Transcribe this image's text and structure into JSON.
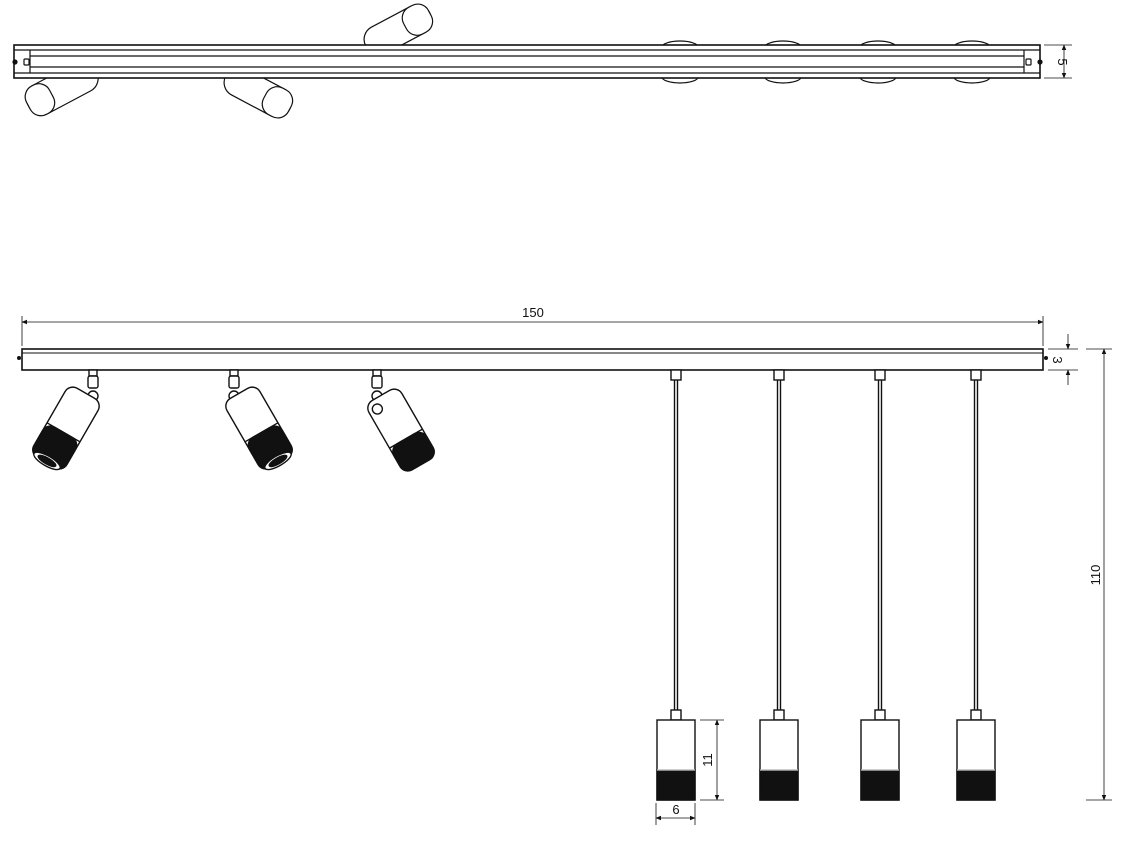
{
  "dimensions": {
    "overall_length": "150",
    "rail_height_top_view": "5",
    "rail_height_front_view": "3",
    "overall_height": "110",
    "shade_height": "11",
    "shade_width": "6"
  },
  "fixture": {
    "spotlight_count": 3,
    "pendant_count": 4
  },
  "colors": {
    "line": "#111111",
    "fill": "#ffffff",
    "dark_band": "#111111"
  }
}
